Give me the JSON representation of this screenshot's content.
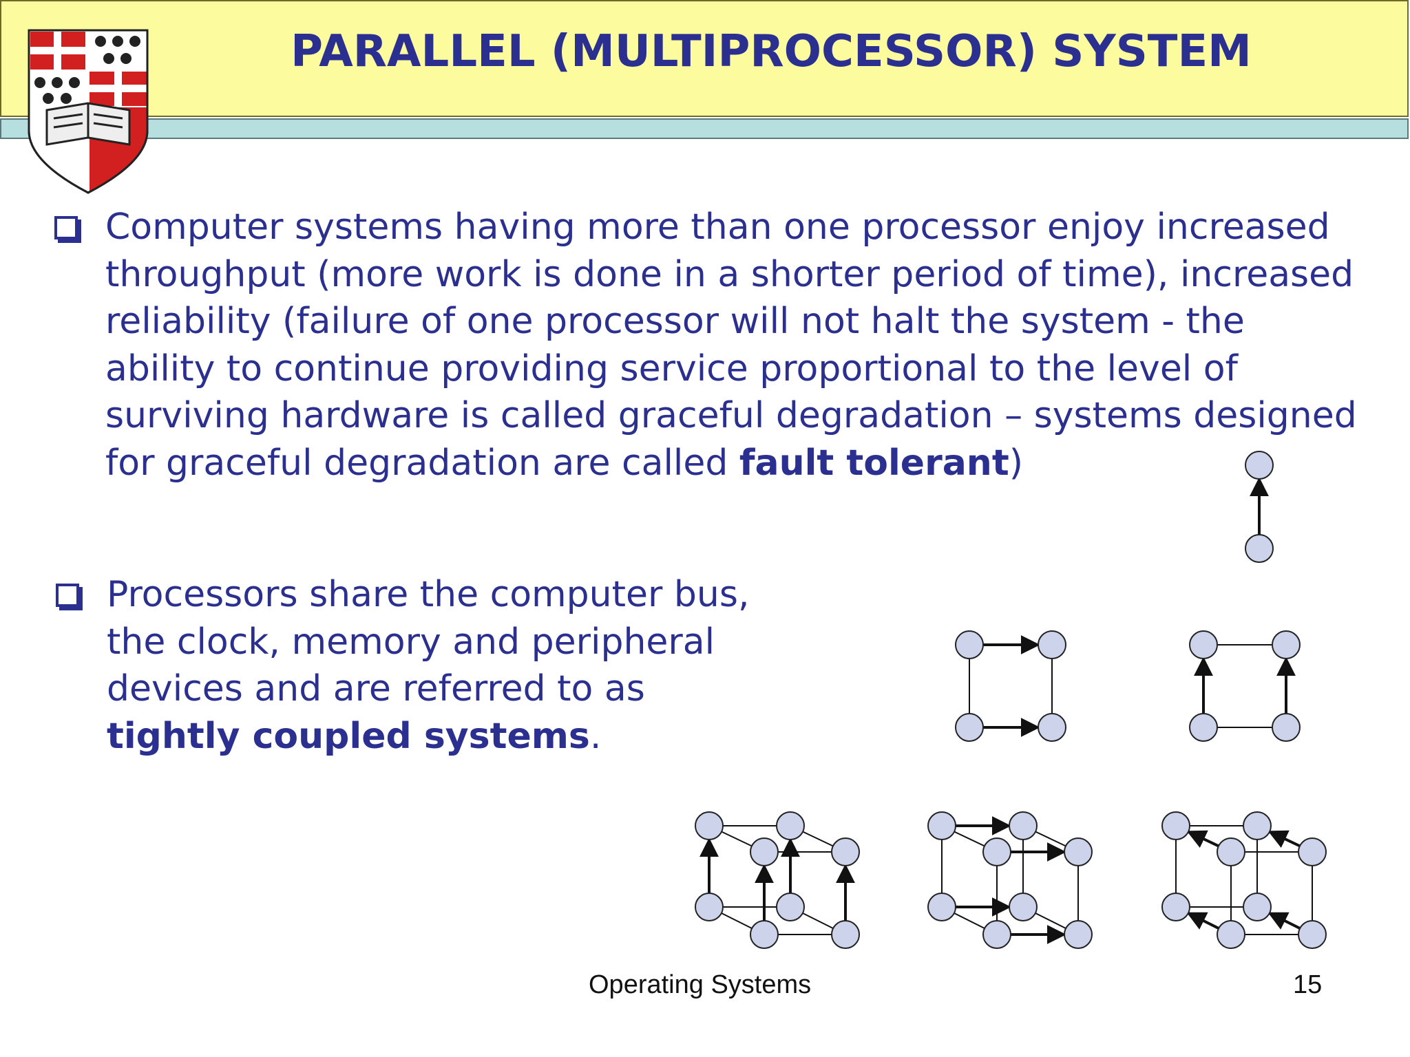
{
  "slide": {
    "title": "PARALLEL (MULTIPROCESSOR) SYSTEM",
    "bullets": [
      {
        "text": "Computer systems having more than one processor enjoy increased throughput (more work is done in a shorter period of time), increased reliability (failure of one processor will not halt the system  - the ability to continue providing service proportional to the level of surviving hardware is called graceful degradation – systems designed for graceful degradation are called ",
        "bold": "fault tolerant",
        "tail": ")"
      },
      {
        "text": "Processors share the computer bus, the clock, memory and peripheral devices and are referred to as ",
        "bold": "tightly coupled systems",
        "tail": "."
      }
    ],
    "footer": {
      "title": "Operating Systems",
      "page": "15"
    }
  },
  "colors": {
    "title_band": "#fcfb9e",
    "title_strip": "#b8dfe0",
    "text": "#2b2f8f",
    "node_fill": "#cdd3ea",
    "crest_red": "#d21f1f"
  },
  "icons": {
    "logo": "university-crest-icon",
    "bullet": "hollow-square-bullet-icon"
  }
}
